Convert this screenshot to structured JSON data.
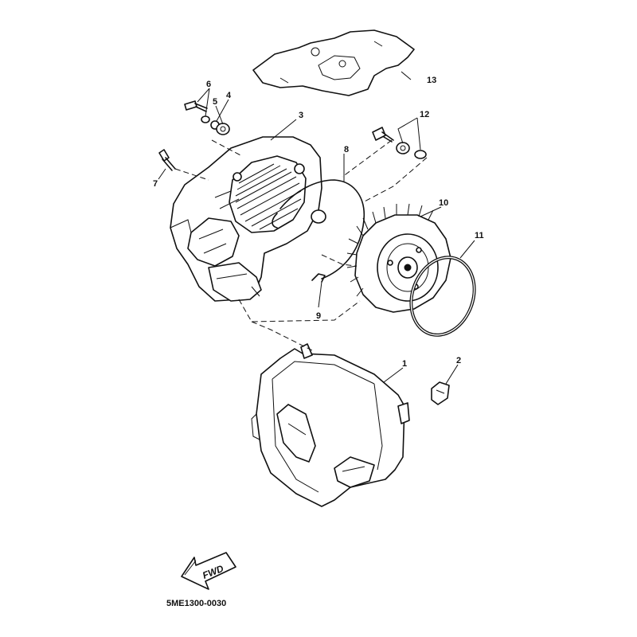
{
  "diagram": {
    "drawing_code": "5ME1300-0030",
    "direction_label": "FWD",
    "callouts": [
      "1",
      "2",
      "3",
      "4",
      "5",
      "6",
      "7",
      "8",
      "9",
      "10",
      "11",
      "12",
      "13"
    ]
  }
}
